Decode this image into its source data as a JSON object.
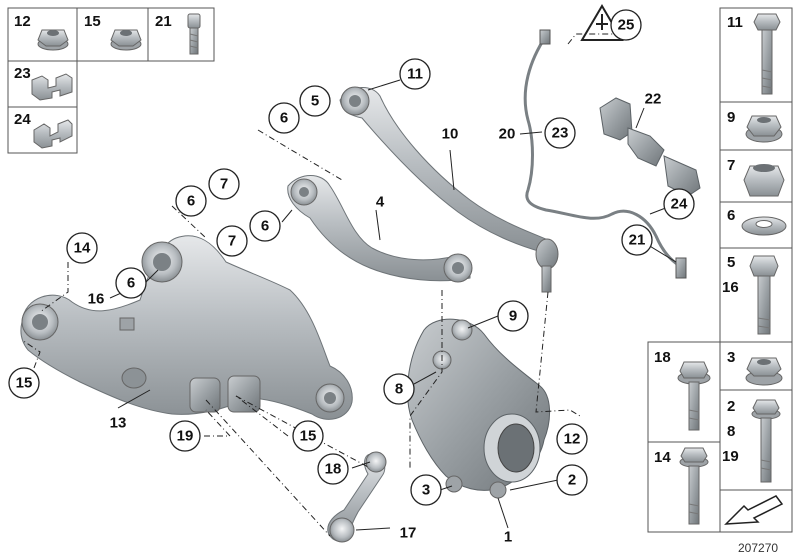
{
  "diagram_number": "207270",
  "header_cells": [
    "12",
    "15",
    "21"
  ],
  "left_legend": [
    "23",
    "24"
  ],
  "right_legend": [
    "11",
    "9",
    "7",
    "6",
    "5",
    "16",
    "18",
    "3",
    "2",
    "8",
    "19",
    "14"
  ],
  "callouts": [
    "25",
    "11",
    "5",
    "6",
    "10",
    "20",
    "23",
    "22",
    "4",
    "6",
    "7",
    "6",
    "7",
    "14",
    "6",
    "16",
    "15",
    "13",
    "19",
    "15",
    "18",
    "17",
    "9",
    "8",
    "12",
    "3",
    "2",
    "1",
    "24",
    "21"
  ]
}
